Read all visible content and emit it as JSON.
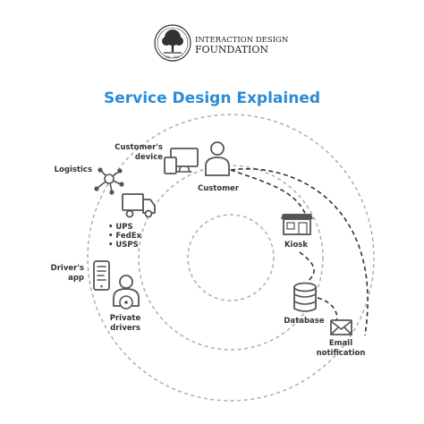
{
  "brand": {
    "line1": "INTERACTION DESIGN",
    "line2": "FOUNDATION",
    "est": "Est. 2002"
  },
  "title": "Service Design Explained",
  "nodes": {
    "customers_device": [
      "Customer's",
      "device"
    ],
    "customer": "Customer",
    "logistics": "Logistics",
    "carriers": [
      "• UPS",
      "• FedEx",
      "• USPS"
    ],
    "kiosk": "Kiosk",
    "drivers_app": [
      "Driver's",
      "app"
    ],
    "private_drivers": [
      "Private",
      "drivers"
    ],
    "database": "Database",
    "email_notification": [
      "Email",
      "notification"
    ]
  },
  "icons": {
    "logo": "tree-logo-icon",
    "device": "desktop-and-tablet-icon",
    "customer": "person-icon",
    "logistics": "network-hub-icon",
    "truck": "delivery-truck-icon",
    "kiosk": "storefront-icon",
    "phone": "smartphone-icon",
    "driver": "driver-steering-wheel-icon",
    "database": "database-icon",
    "email": "envelope-icon"
  },
  "colors": {
    "title": "#2b8bd6",
    "text": "#333333",
    "ring": "#a9a9a9",
    "flow": "#333333"
  }
}
